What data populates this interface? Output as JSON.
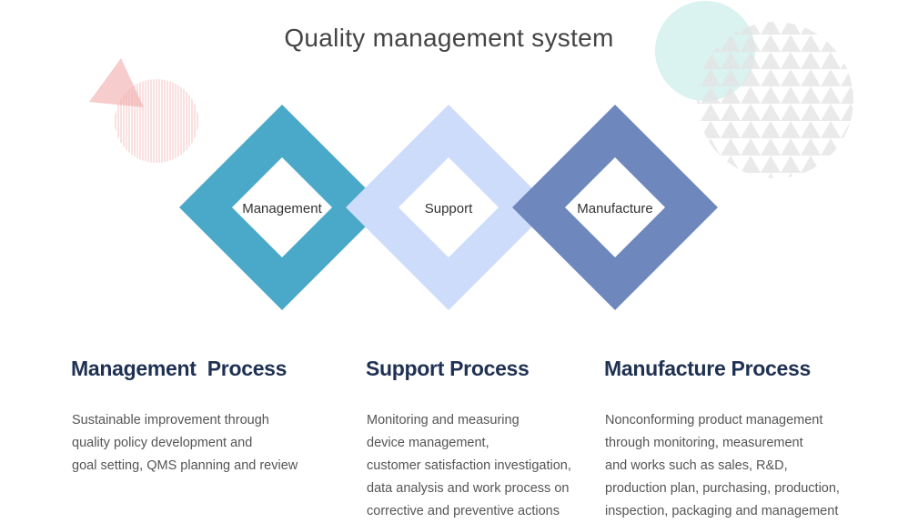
{
  "page": {
    "title": "Quality management system"
  },
  "diamonds": [
    {
      "label": "Management",
      "color": "#4aa8c8"
    },
    {
      "label": "Support",
      "color": "#ccdcfa"
    },
    {
      "label": "Manufacture",
      "color": "#6e87bd"
    }
  ],
  "processes": [
    {
      "title": "Management  Process",
      "description": "Sustainable improvement through\nquality policy development and\ngoal setting, QMS planning and review"
    },
    {
      "title": "Support Process",
      "description": "Monitoring and measuring\ndevice management,\ncustomer satisfaction investigation,\ndata analysis and work process on\ncorrective and preventive actions"
    },
    {
      "title": "Manufacture Process",
      "description": "Nonconforming product management\nthrough monitoring, measurement\nand works such as sales, R&D,\nproduction plan, purchasing, production,\ninspection, packaging and management"
    }
  ],
  "colors": {
    "title_text": "#1f3153",
    "body_text": "#555555",
    "deco_pink": "#f4b7b7",
    "deco_teal": "#d5f1ee",
    "deco_gray": "#e6e6e6"
  }
}
